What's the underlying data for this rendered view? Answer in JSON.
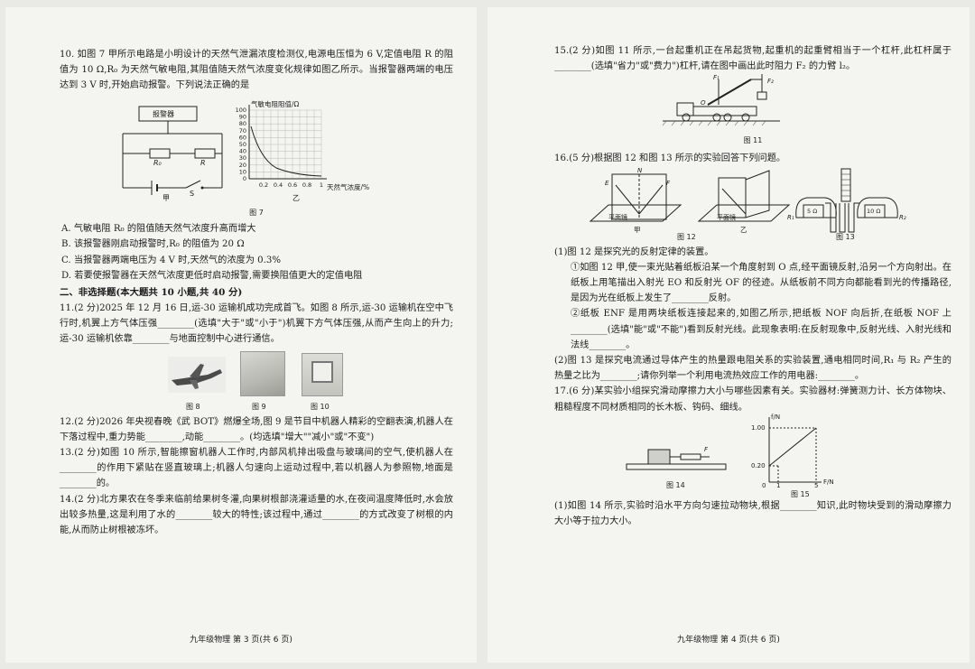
{
  "left": {
    "q10": {
      "text": "10. 如图 7 甲所示电路是小明设计的天然气泄漏浓度检测仪,电源电压恒为 6 V,定值电阻 R 的阻值为 10 Ω,R₀ 为天然气敏电阻,其阻值随天然气浓度变化规律如图乙所示。当报警器两端的电压达到 3 V 时,开始启动报警。下列说法正确的是",
      "alarm_label": "报警器",
      "r0_label": "R₀",
      "r_label": "R",
      "s_label": "S",
      "jia_label": "甲",
      "yi_label": "乙",
      "graph_ylabel": "气敏电阻阻值/Ω",
      "graph_xlabel": "天然气浓度/%",
      "y_ticks": [
        "100",
        "90",
        "80",
        "70",
        "60",
        "50",
        "40",
        "30",
        "20",
        "10",
        "0"
      ],
      "x_ticks": [
        "0.2",
        "0.4",
        "0.6",
        "0.8",
        "1"
      ],
      "caption": "图 7",
      "options": [
        "A. 气敏电阻 R₀ 的阻值随天然气浓度升高而增大",
        "B. 该报警器刚启动报警时,R₀ 的阻值为 20 Ω",
        "C. 当报警器两端电压为 4 V 时,天然气的浓度为 0.3%",
        "D. 若要使报警器在天然气浓度更低时启动报警,需要换阻值更大的定值电阻"
      ]
    },
    "section2": "二、非选择题(本大题共 10 小题,共 40 分)",
    "q11": "11.(2 分)2025 年 12 月 16 日,运-30 运输机成功完成首飞。如图 8 所示,运-30 运输机在空中飞行时,机翼上方气体压强________(选填\"大于\"或\"小于\")机翼下方气体压强,从而产生向上的升力;运-30 运输机依靠________与地面控制中心进行通信。",
    "fig8": "图 8",
    "fig9": "图 9",
    "fig10": "图 10",
    "q12": "12.(2 分)2026 年央视春晚《武 BOT》燃爆全场,图 9 是节目中机器人精彩的空翻表演,机器人在下落过程中,重力势能________,动能________。(均选填\"增大\"\"减小\"或\"不变\")",
    "q13": "13.(2 分)如图 10 所示,智能擦窗机器人工作时,内部风机排出吸盘与玻璃间的空气,使机器人在________的作用下紧贴在竖直玻璃上;机器人匀速向上运动过程中,若以机器人为参照物,地面是________的。",
    "q14": "14.(2 分)北方果农在冬季来临前给果树冬灌,向果树根部浇灌适量的水,在夜间温度降低时,水会放出较多热量,这是利用了水的________较大的特性;该过程中,通过________的方式改变了树根的内能,从而防止树根被冻坏。",
    "footer": "九年级物理  第 3 页(共 6 页)"
  },
  "right": {
    "q15": "15.(2 分)如图 11 所示,一台起重机正在吊起货物,起重机的起重臂相当于一个杠杆,此杠杆属于________(选填\"省力\"或\"费力\")杠杆,请在图中画出此时阻力 F₂ 的力臂 l₂。",
    "fig11": "图 11",
    "f1": "F₁",
    "f2": "F₂",
    "o_label": "O",
    "q16": "16.(5 分)根据图 12 和图 13 所示的实验回答下列问题。",
    "mirror": "平面镜",
    "n_label": "N",
    "e_label": "E",
    "f_label": "F",
    "jia": "甲",
    "yi": "乙",
    "fig12": "图 12",
    "fig13": "图 13",
    "r1_label": "R₁",
    "r2_label": "R₂",
    "r1_val": "5 Ω",
    "r2_val": "10 Ω",
    "q16_1": "(1)图 12 是探究光的反射定律的装置。",
    "q16_1a": "①如图 12 甲,使一束光贴着纸板沿某一个角度射到 O 点,经平面镜反射,沿另一个方向射出。在纸板上用笔描出入射光 EO 和反射光 OF 的径迹。从纸板前不同方向都能看到光的传播路径,是因为光在纸板上发生了________反射。",
    "q16_1b": "②纸板 ENF 是用两块纸板连接起来的,如图乙所示,把纸板 NOF 向后折,在纸板 NOF 上________(选填\"能\"或\"不能\")看到反射光线。此现象表明:在反射现象中,反射光线、入射光线和法线________。",
    "q16_2": "(2)图 13 是探究电流通过导体产生的热量跟电阻关系的实验装置,通电相同时间,R₁ 与 R₂ 产生的热量之比为________;请你列举一个利用电流热效应工作的用电器:________。",
    "q17": "17.(6 分)某实验小组探究滑动摩擦力大小与哪些因素有关。实验器材:弹簧测力计、长方体物块、粗糙程度不同材质相同的长木板、钩码、细线。",
    "f_axis": "f/N",
    "bigf_axis": "F/N",
    "tick_100": "1.00",
    "tick_020": "0.20",
    "tick_0": "0",
    "tick_1": "1",
    "tick_5": "5",
    "fig14": "图 14",
    "fig15": "图 15",
    "q17_1": "(1)如图 14 所示,实验时沿水平方向匀速拉动物块,根据________知识,此时物块受到的滑动摩擦力大小等于拉力大小。",
    "footer": "九年级物理  第 4 页(共 6 页)"
  }
}
